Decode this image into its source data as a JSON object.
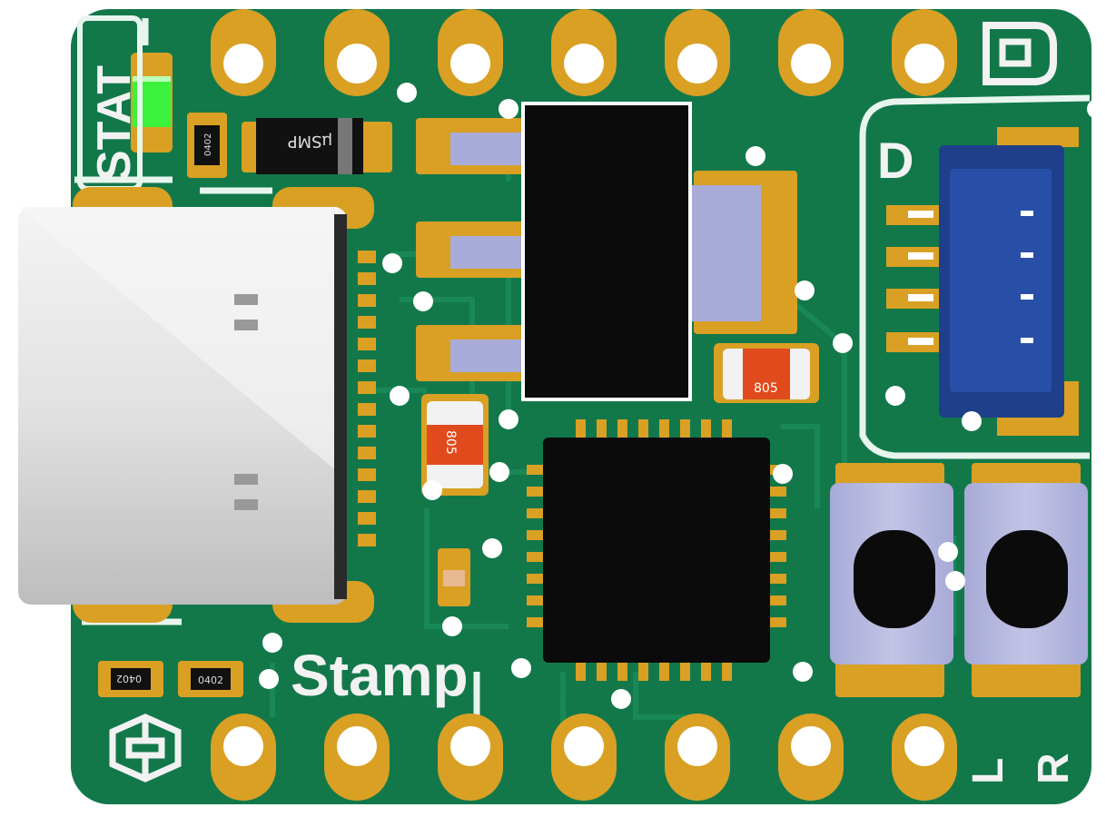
{
  "board": {
    "silkscreen": {
      "stat": "STAT",
      "stamp": "Stamp",
      "connector_d": "D",
      "left_button": "L",
      "right_button": "R"
    },
    "package_labels": {
      "resistor_0402_a": "0402",
      "resistor_0402_b": "0402",
      "resistor_0402_c": "0402",
      "diode_smp": "µSMP",
      "cap_805_a": "805",
      "cap_805_b": "805"
    },
    "colors": {
      "pcb_green": "#12784a",
      "pad_gold": "#d9a024",
      "silkscreen": "#f2f2f2",
      "led_green": "#3cf23c",
      "connector_blue": "#1f3f8a",
      "ic_black": "#0b0b0b",
      "usb_metal": "#e6e6e6"
    },
    "top_pin_count": 7,
    "bottom_pin_count": 7
  }
}
